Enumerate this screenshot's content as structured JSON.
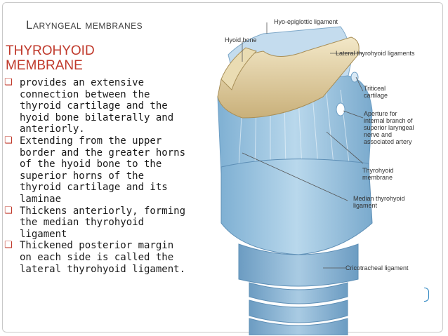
{
  "slide": {
    "title": "Laryngeal membranes",
    "subtitle": "THYROHYOID MEMBRANE",
    "bullets": [
      "provides an extensive connection between the thyroid cartilage and the hyoid bone bilaterally and anteriorly.",
      "Extending  from the upper border and the greater horns of the hyoid bone to the superior horns of the thyroid cartilage and its laminae",
      "Thickens  anteriorly, forming the median thyrohyoid ligament",
      "Thickened  posterior margin on each side is called the  lateral thyrohyoid ligament."
    ],
    "bullet_icon": "square-bullet-icon"
  },
  "figure": {
    "labels": {
      "hyo_epiglottic": "Hyo-epiglottic ligament",
      "hyoid_bone": "Hyoid bone",
      "lateral_thyrohyoid": "Lateral thyrohyoid ligaments",
      "triticeal_1": "Triticeal",
      "triticeal_2": "cartilage",
      "aperture_1": "Aperture for",
      "aperture_2": "internal branch of",
      "aperture_3": "superior laryngeal",
      "aperture_4": "nerve and",
      "aperture_5": "associated artery",
      "thyrohyoid_1": "Thyrohyoid",
      "thyrohyoid_2": "membrane",
      "median_1": "Median thyrohyoid",
      "median_2": "ligament",
      "cricotracheal": "Cricotracheal ligament"
    }
  },
  "colors": {
    "title": "#404040",
    "subtitle": "#c0392b",
    "bullet": "#c0392b",
    "cartilage": "#9ec6e0",
    "bone": "#e6d5a8"
  }
}
